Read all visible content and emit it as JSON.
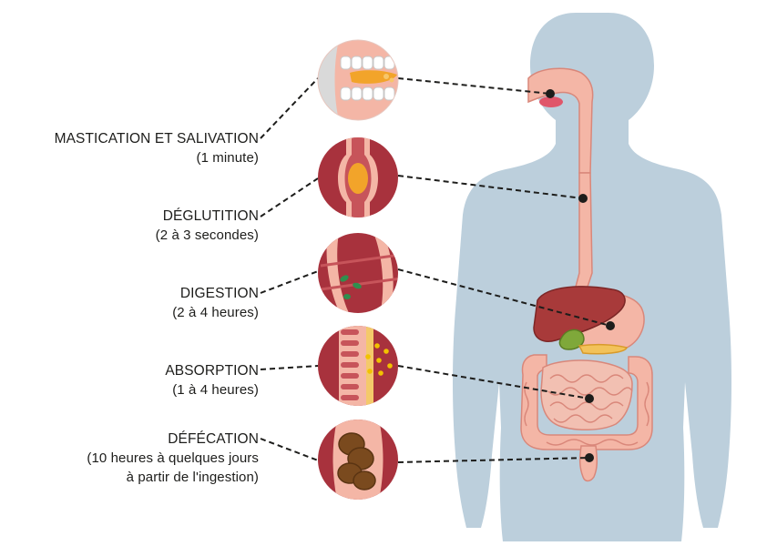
{
  "stages": [
    {
      "title": "MASTICATION ET SALIVATION",
      "detail": [
        "(1 minute)"
      ]
    },
    {
      "title": "DÉGLUTITION",
      "detail": [
        "(2 à 3 secondes)"
      ]
    },
    {
      "title": "DIGESTION",
      "detail": [
        "(2 à 4 heures)"
      ]
    },
    {
      "title": "ABSORPTION",
      "detail": [
        "(1 à 4 heures)"
      ]
    },
    {
      "title": "DÉFÉCATION",
      "detail": [
        "(10 heures à quelques jours",
        "à partir de l'ingestion)"
      ]
    }
  ],
  "colors": {
    "body": "#bccfdc",
    "tract": "#f4b6a6",
    "tract_outline": "#d9877a",
    "tissue": "#a8323d",
    "tissue_light": "#c7545a",
    "food": "#f2a42a",
    "liver": "#a83a3a",
    "gallbladder": "#7fa83a",
    "bacteria": "#2f8f4e",
    "stool": "#7a4a1e",
    "line": "#1d1d1b"
  }
}
